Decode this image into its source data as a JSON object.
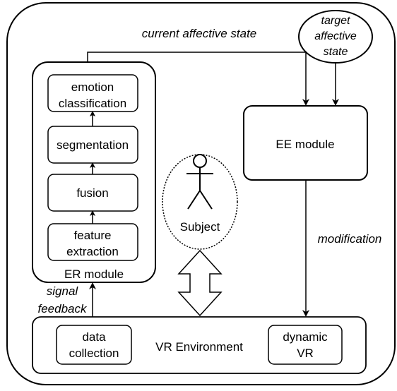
{
  "labels": {
    "current_state": "current affective state",
    "target_state": [
      "target",
      "affective",
      "state"
    ],
    "emotion_classification": [
      "emotion",
      "classification"
    ],
    "segmentation": "segmentation",
    "fusion": "fusion",
    "feature_extraction": [
      "feature",
      "extraction"
    ],
    "er_module": "ER module",
    "ee_module": "EE module",
    "subject": "Subject",
    "modification": "modification",
    "signal_feedback": [
      "signal",
      "feedback"
    ],
    "data_collection": [
      "data",
      "collection"
    ],
    "vr_environment": "VR Environment",
    "dynamic_vr": [
      "dynamic",
      "VR"
    ]
  },
  "colors": {
    "stroke": "#000000",
    "fill": "#ffffff",
    "text": "#000000"
  }
}
